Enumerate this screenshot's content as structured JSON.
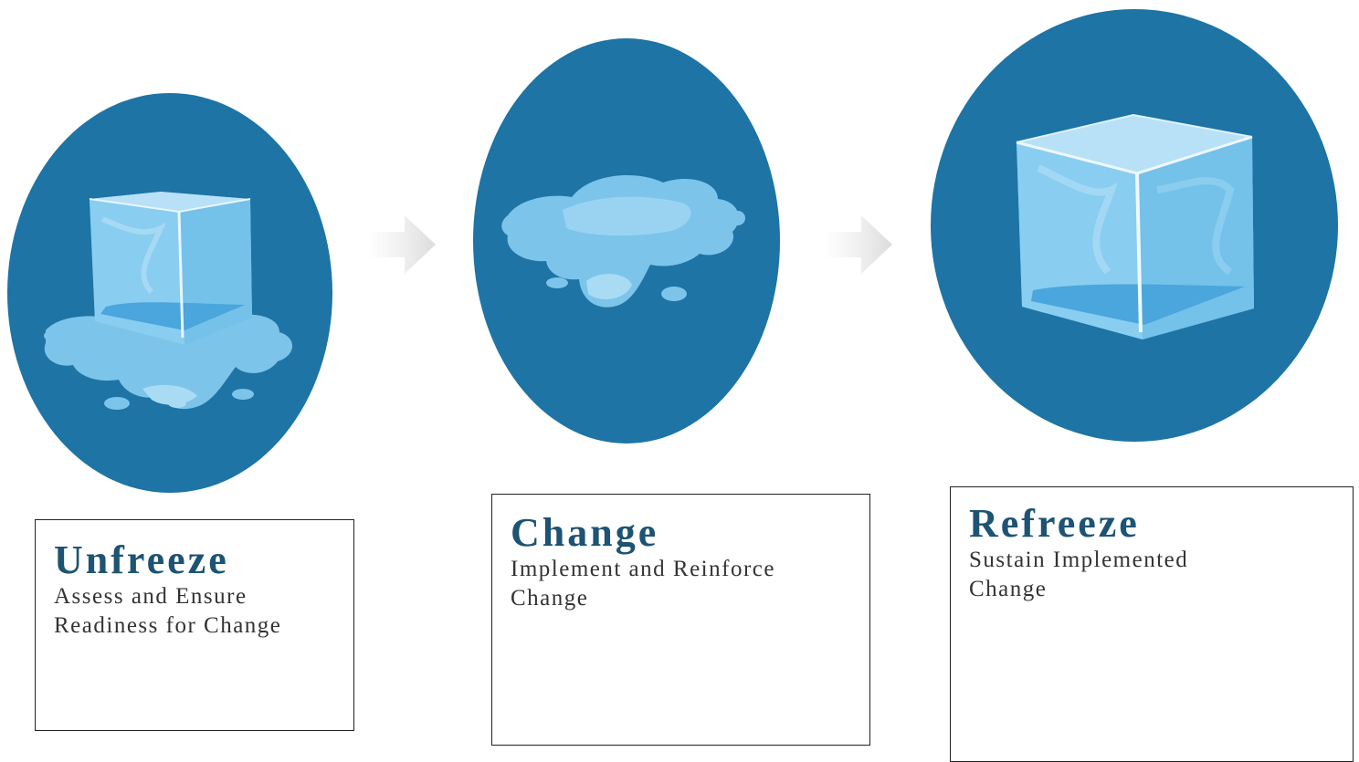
{
  "colors": {
    "circle": "#1d74a5",
    "water_light": "#7cc4ea",
    "water_mid": "#5fb2e2",
    "highlight": "#cfeaf9",
    "arrow": "#e4e4e4",
    "title": "#1d5374"
  },
  "stages": [
    {
      "title": "Unfreeze",
      "subtitle": "Assess and Ensure Readiness for Change",
      "icon": "melting-ice-cube-icon"
    },
    {
      "title": "Change",
      "subtitle": "Implement and Reinforce Change",
      "icon": "water-puddle-icon"
    },
    {
      "title": "Refreeze",
      "subtitle": "Sustain Implemented Change",
      "icon": "ice-cube-icon"
    }
  ]
}
